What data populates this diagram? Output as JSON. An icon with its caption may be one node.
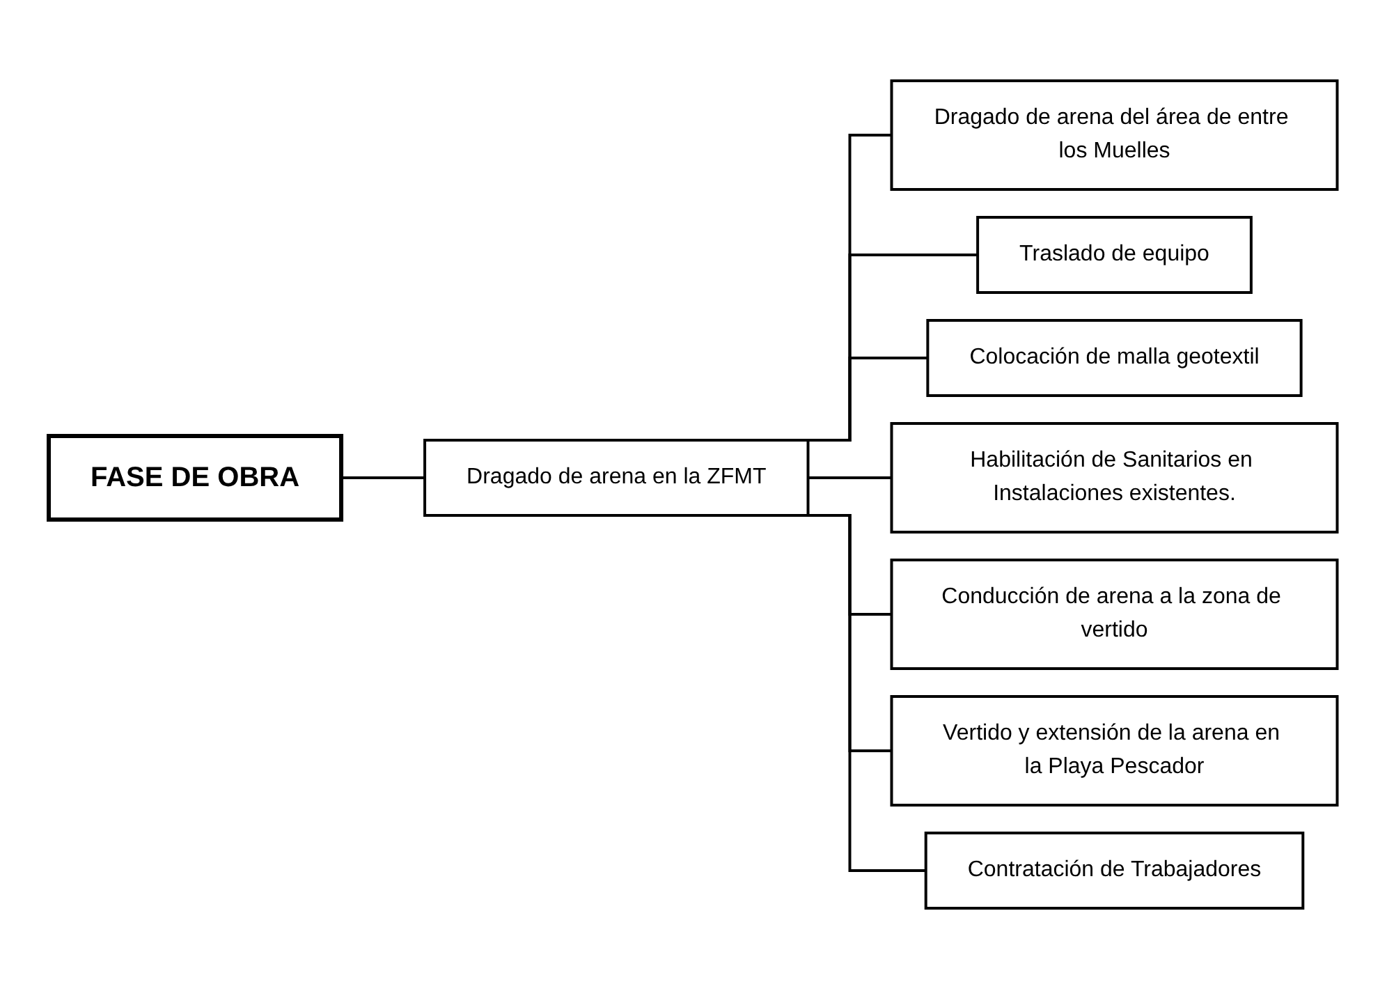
{
  "diagram": {
    "nodes": [
      {
        "text": [
          "FASE DE OBRA"
        ]
      },
      {
        "text": [
          "Dragado de arena en la ZFMT"
        ]
      },
      {
        "text": [
          "Dragado de arena del área de entre los Muelles"
        ]
      },
      {
        "text": [
          "Traslado de equipo"
        ]
      },
      {
        "text": [
          "Colocación de malla geotextil"
        ]
      },
      {
        "text": [
          "Habilitación de Sanitarios en Instalaciones existentes."
        ]
      },
      {
        "text": [
          "Conducción de arena a la zona de vertido"
        ]
      },
      {
        "text": [
          "Vertido y extensión de la arena en la Playa Pescador"
        ]
      },
      {
        "text": [
          "Contratación de Trabajadores"
        ]
      }
    ],
    "edges": [
      {
        "from": 0,
        "to": 1,
        "arrow": "none"
      },
      {
        "from": 1,
        "to": 2,
        "arrow": "none"
      },
      {
        "from": 1,
        "to": 3,
        "arrow": "none"
      },
      {
        "from": 1,
        "to": 4,
        "arrow": "none"
      },
      {
        "from": 1,
        "to": 5,
        "arrow": "none"
      },
      {
        "from": 1,
        "to": 6,
        "arrow": "none"
      },
      {
        "from": 1,
        "to": 7,
        "arrow": "none"
      },
      {
        "from": 1,
        "to": 8,
        "arrow": "none"
      }
    ]
  }
}
